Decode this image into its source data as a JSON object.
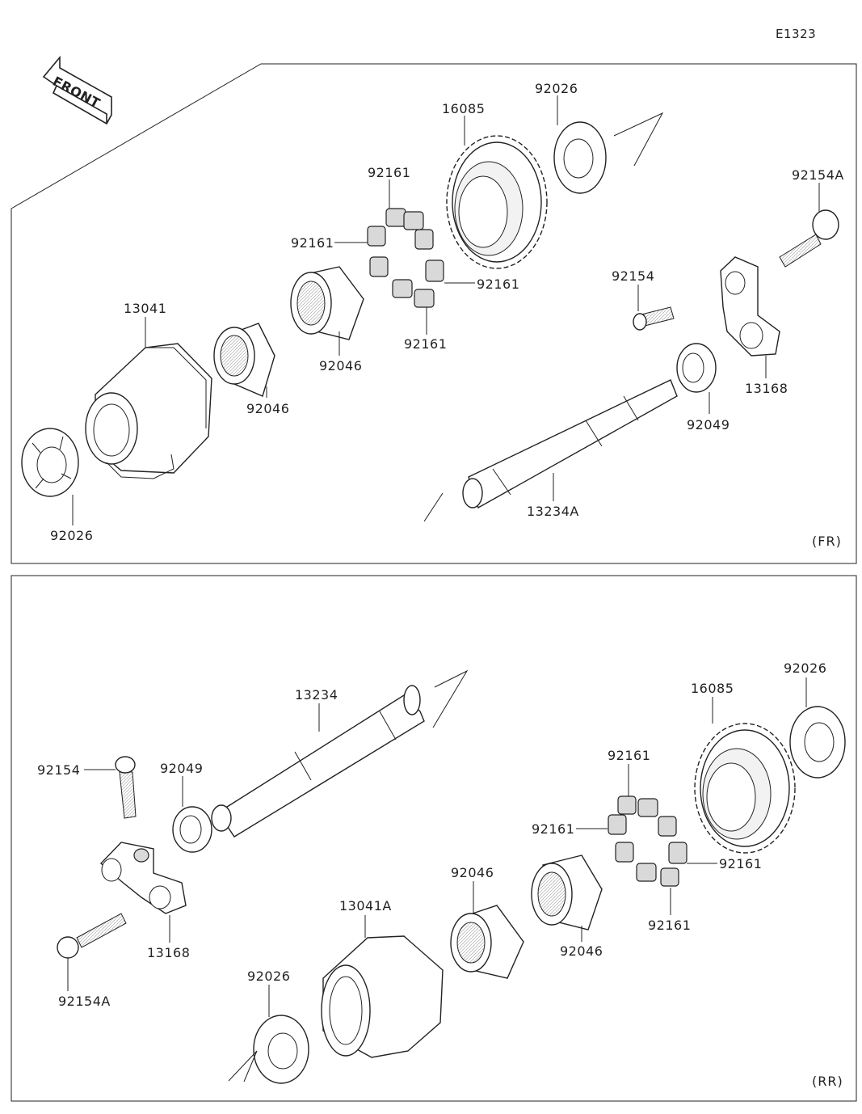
{
  "sheet_code": "E1323",
  "front_badge": "FRONT",
  "panels": {
    "fr": {
      "label": "(FR)",
      "parts": [
        {
          "id": "92026",
          "name": "washer-front"
        },
        {
          "id": "16085",
          "name": "gear"
        },
        {
          "id": "92026",
          "name": "washer-rear"
        },
        {
          "id": "92154A",
          "name": "bolt"
        },
        {
          "id": "92161",
          "name": "damper-top"
        },
        {
          "id": "92161",
          "name": "damper-left"
        },
        {
          "id": "92161",
          "name": "damper-right"
        },
        {
          "id": "92161",
          "name": "damper-bottom"
        },
        {
          "id": "13041",
          "name": "sleeve"
        },
        {
          "id": "92046",
          "name": "needle-bearing-left"
        },
        {
          "id": "92046",
          "name": "needle-bearing-right"
        },
        {
          "id": "92154",
          "name": "screw"
        },
        {
          "id": "13168",
          "name": "bracket"
        },
        {
          "id": "92049",
          "name": "oil-seal"
        },
        {
          "id": "13234A",
          "name": "shaft"
        }
      ]
    },
    "rr": {
      "label": "(RR)",
      "parts": [
        {
          "id": "13234",
          "name": "shaft"
        },
        {
          "id": "92154",
          "name": "screw"
        },
        {
          "id": "92049",
          "name": "oil-seal"
        },
        {
          "id": "16085",
          "name": "gear"
        },
        {
          "id": "92026",
          "name": "washer-right"
        },
        {
          "id": "92161",
          "name": "damper-top"
        },
        {
          "id": "92161",
          "name": "damper-left"
        },
        {
          "id": "92161",
          "name": "damper-right"
        },
        {
          "id": "92161",
          "name": "damper-bottom"
        },
        {
          "id": "92046",
          "name": "needle-bearing-left"
        },
        {
          "id": "92046",
          "name": "needle-bearing-right"
        },
        {
          "id": "13041A",
          "name": "sleeve"
        },
        {
          "id": "13168",
          "name": "bracket"
        },
        {
          "id": "92154A",
          "name": "bolt"
        },
        {
          "id": "92026",
          "name": "washer-left"
        }
      ]
    }
  }
}
